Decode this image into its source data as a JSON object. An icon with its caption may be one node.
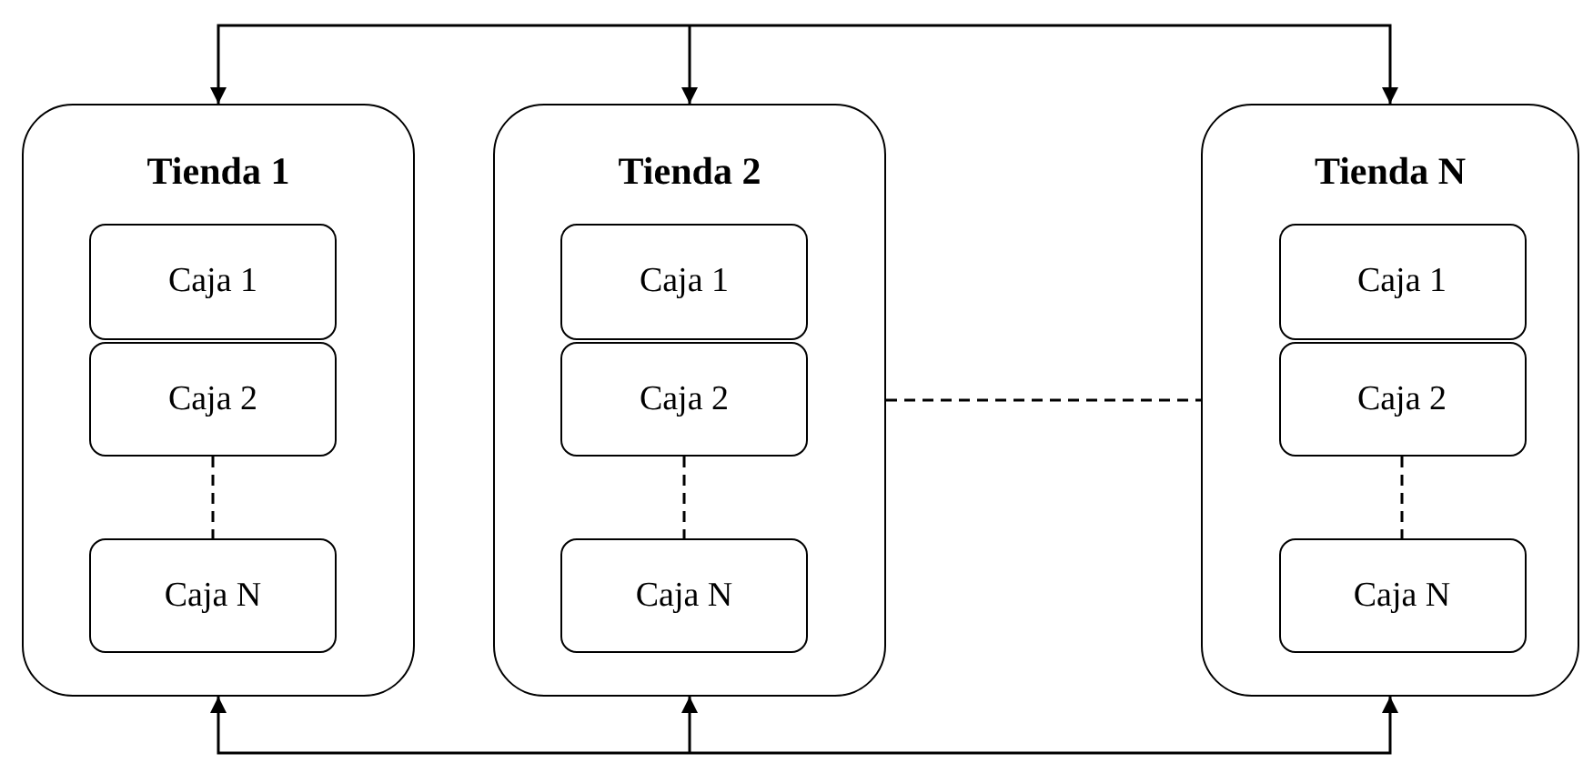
{
  "diagram": {
    "nodes": [
      {
        "text": [
          "Tienda 1"
        ]
      },
      {
        "text": [
          "Caja 1"
        ],
        "in": 0
      },
      {
        "text": [
          "Caja 2"
        ],
        "in": 0
      },
      {
        "text": [
          "Caja N"
        ],
        "in": 0
      },
      {
        "text": [
          "Tienda 2"
        ]
      },
      {
        "text": [
          "Caja 1"
        ],
        "in": 4
      },
      {
        "text": [
          "Caja 2"
        ],
        "in": 4
      },
      {
        "text": [
          "Caja N"
        ],
        "in": 4
      },
      {
        "text": [
          "Tienda N"
        ]
      },
      {
        "text": [
          "Caja 1"
        ],
        "in": 8
      },
      {
        "text": [
          "Caja 2"
        ],
        "in": 8
      },
      {
        "text": [
          "Caja N"
        ],
        "in": 8
      }
    ],
    "edges": [
      {
        "from": null,
        "to": 0,
        "arrow": "to"
      },
      {
        "from": null,
        "to": 4,
        "arrow": "to"
      },
      {
        "from": null,
        "to": 8,
        "arrow": "to"
      },
      {
        "from": null,
        "to": 0,
        "arrow": "to"
      },
      {
        "from": null,
        "to": 4,
        "arrow": "to"
      },
      {
        "from": null,
        "to": 8,
        "arrow": "to"
      },
      {
        "from": 4,
        "to": 8,
        "arrow": "none",
        "style": "dashed"
      },
      {
        "from": 2,
        "to": 3,
        "arrow": "none",
        "style": "dashed"
      },
      {
        "from": 6,
        "to": 7,
        "arrow": "none",
        "style": "dashed"
      },
      {
        "from": 10,
        "to": 11,
        "arrow": "none",
        "style": "dashed"
      }
    ]
  }
}
